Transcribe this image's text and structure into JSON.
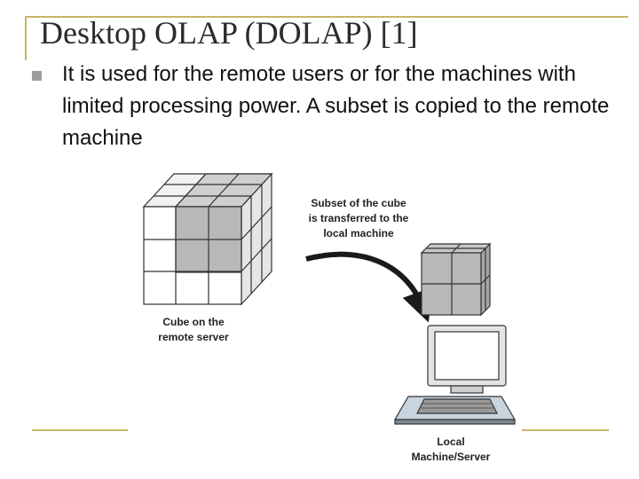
{
  "slide": {
    "title": "Desktop OLAP (DOLAP) [1]",
    "bullet_text": "It is used for the remote users or for the machines with limited processing power. A subset is copied to the remote machine"
  },
  "diagram": {
    "label_subset_line1": "Subset of the cube",
    "label_subset_line2": "is transferred to the",
    "label_subset_line3": "local machine",
    "label_cube_line1": "Cube on the",
    "label_cube_line2": "remote server",
    "label_local_line1": "Local",
    "label_local_line2": "Machine/Server"
  },
  "colors": {
    "accent_rule": "#c8b56a",
    "bullet": "#9e9e9e",
    "cube_highlight": "#b8b8b8"
  }
}
